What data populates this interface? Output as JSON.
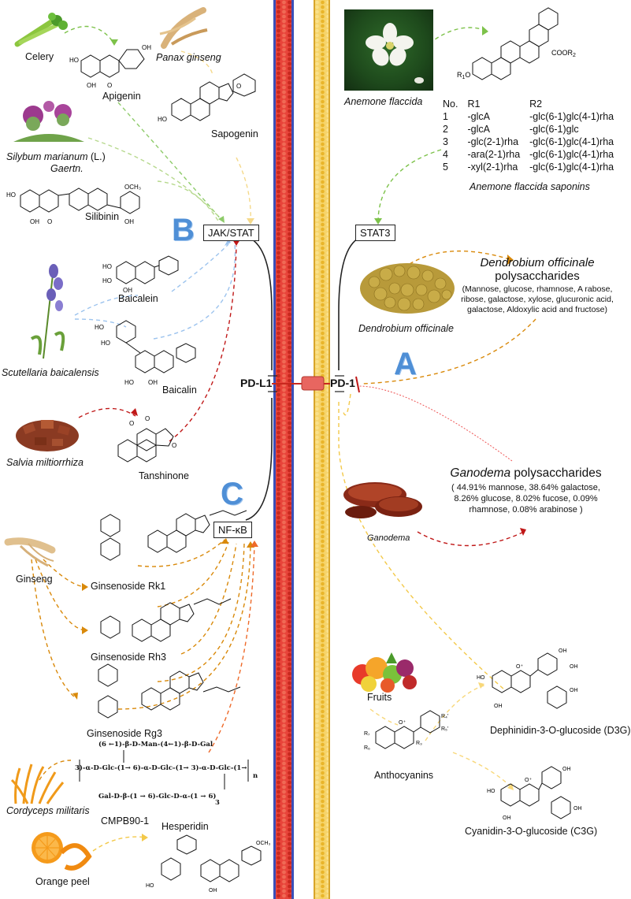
{
  "sections": {
    "A": "A",
    "B": "B",
    "C": "C"
  },
  "receptors": {
    "pdl1": "PD-L1",
    "pd1": "PD-1"
  },
  "pathways": {
    "jak_stat": "JAK/STAT",
    "stat3": "STAT3",
    "nfkb": "NF-κB"
  },
  "sources": {
    "celery": "Celery",
    "panax": "Panax ginseng",
    "silybum": "Silybum marianum",
    "silybum_auth": "(L.)",
    "silybum_gaertn": "Gaertn.",
    "scutellaria": "Scutellaria baicalensis",
    "salvia": "Salvia miltiorrhiza",
    "ginseng": "Ginseng",
    "cordyceps": "Cordyceps militaris",
    "orange": "Orange peel",
    "anemone": "Anemone flaccida",
    "dendrobium": "Dendrobium officinale",
    "ganodema": "Ganodema",
    "fruits": "Fruits"
  },
  "compounds": {
    "apigenin": "Apigenin",
    "sapogenin": "Sapogenin",
    "silibinin": "Silibinin",
    "baicalein": "Baicalein",
    "baicalin": "Baicalin",
    "tanshinone": "Tanshinone",
    "rk1": "Ginsenoside Rk1",
    "rh3": "Ginsenoside Rh3",
    "rg3": "Ginsenoside Rg3",
    "cmpb": "CMPB90-1",
    "hesperidin": "Hesperidin",
    "anthocyanins": "Anthocyanins",
    "d3g": "Dephinidin-3-O-glucoside (D3G)",
    "c3g": "Cyanidin-3-O-glucoside (C3G)",
    "anemone_saponins": "Anemone flaccida saponins",
    "cooR2": "COOR",
    "r1o": "R",
    "dendro_title_1": "Dendrobium officinale",
    "dendro_title_2": "polysaccharides",
    "dendro_desc": "(Mannose, glucose, rhamnose, A rabose, ribose, galactose, xylose, glucuronic acid, galactose, Aldoxylic acid and fructose)",
    "gano_title_1": "Ganodema",
    "gano_title_2": "polysaccharides",
    "gano_desc": "( 44.91% mannose, 38.64% galactose, 8.26% glucose, 8.02% fucose, 0.09% rhamnose, 0.08% arabinose )"
  },
  "saponin_table": {
    "headers": [
      "No.",
      "R1",
      "R2"
    ],
    "rows": [
      [
        "1",
        "-glcA",
        "-glc(6-1)glc(4-1)rha"
      ],
      [
        "2",
        "-glcA",
        "-glc(6-1)glc"
      ],
      [
        "3",
        "-glc(2-1)rha",
        "-glc(6-1)glc(4-1)rha"
      ],
      [
        "4",
        "-ara(2-1)rha",
        "-glc(6-1)glc(4-1)rha"
      ],
      [
        "5",
        "-xyl(2-1)rha",
        "-glc(6-1)glc(4-1)rha"
      ]
    ]
  },
  "cmpb_formula": {
    "top": "(6 ←1)-β-D-Man-(4←1)-β-D-Gal",
    "main": "3)-α-D-Glc-(1→ 6)-α-D-Glc-(1→ 3)-α-D-Glc-(1→",
    "n": "n",
    "bottom": "Gal-D-β-(1 → 6)-Glc-D-α-(1 → 6)",
    "sub3": "3"
  },
  "colors": {
    "left_membrane": "#e8443a",
    "left_membrane_edge": "#3a4fb8",
    "right_membrane": "#f3c13a",
    "arrow_green": "#7dc24a",
    "arrow_blue": "#9cc3ee",
    "arrow_red": "#c01818",
    "arrow_orange": "#d9890a",
    "arrow_yellow": "#f3c94a",
    "letter_blue": "#4f8fd6"
  }
}
